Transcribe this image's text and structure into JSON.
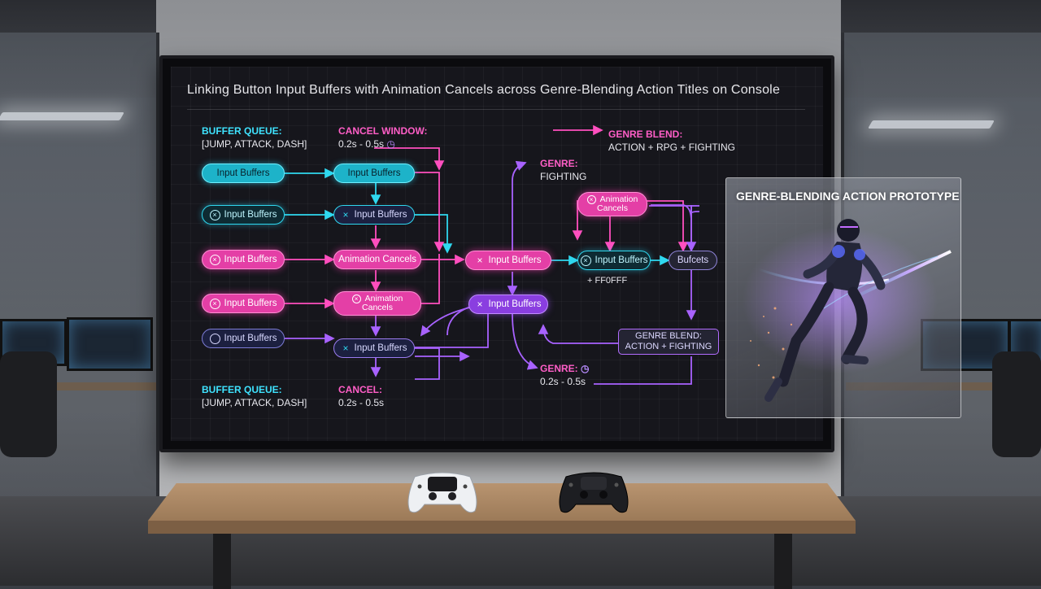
{
  "screen": {
    "title": "Linking Button Input Buffers with Animation Cancels across Genre-Blending Action Titles on Console"
  },
  "labels": {
    "buffer_queue_top_title": "BUFFER QUEUE:",
    "buffer_queue_top_value": "[JUMP, ATTACK, DASH]",
    "cancel_window_title": "CANCEL WINDOW:",
    "cancel_window_value": "0.2s - 0.5s",
    "genre_blend_title": "GENRE BLEND:",
    "genre_blend_value": "ACTION + RPG + FIGHTING",
    "genre_fighting_title": "GENRE:",
    "genre_fighting_value": "FIGHTING",
    "ffoff": "+ FF0FFF",
    "genre_timer_title": "GENRE:",
    "genre_timer_value": "0.2s - 0.5s",
    "buffer_queue_bottom_title": "BUFFER QUEUE:",
    "buffer_queue_bottom_value": "[JUMP, ATTACK, DASH]",
    "cancel_bottom_title": "CANCEL:",
    "cancel_bottom_value": "0.2s - 0.5s"
  },
  "nodes": {
    "c1r1": "Input Buffers",
    "c1r2": "Input Buffers",
    "c1r3": "Input Buffers",
    "c1r4": "Input Buffers",
    "c1r5": "Input Buffers",
    "c2r1": "Input Buffers",
    "c2r2": "Input Buffers",
    "c2r3": "Animation Cancels",
    "c2r4_line1": "Animation",
    "c2r4_line2": "Cancels",
    "c2r5": "Input Buffers",
    "c3r3": "Input Buffers",
    "c3r4": "Input Buffers",
    "c4_top_line1": "Animation",
    "c4_top_line2": "Cancels",
    "c4r3": "Input Buffers",
    "c5r3": "Bufcets",
    "blend_box_line1": "GENRE BLEND:",
    "blend_box_line2": "ACTION + FIGHTING"
  },
  "icons": {
    "timer": "stopwatch-icon",
    "cross": "x-mark-icon",
    "circle": "circle-icon"
  },
  "panel": {
    "title": "GENRE-BLENDING ACTION PROTOTYPE"
  },
  "colors": {
    "cyan": "#1db3c9",
    "pink": "#e43fa6",
    "purple": "#8a3ee0"
  }
}
